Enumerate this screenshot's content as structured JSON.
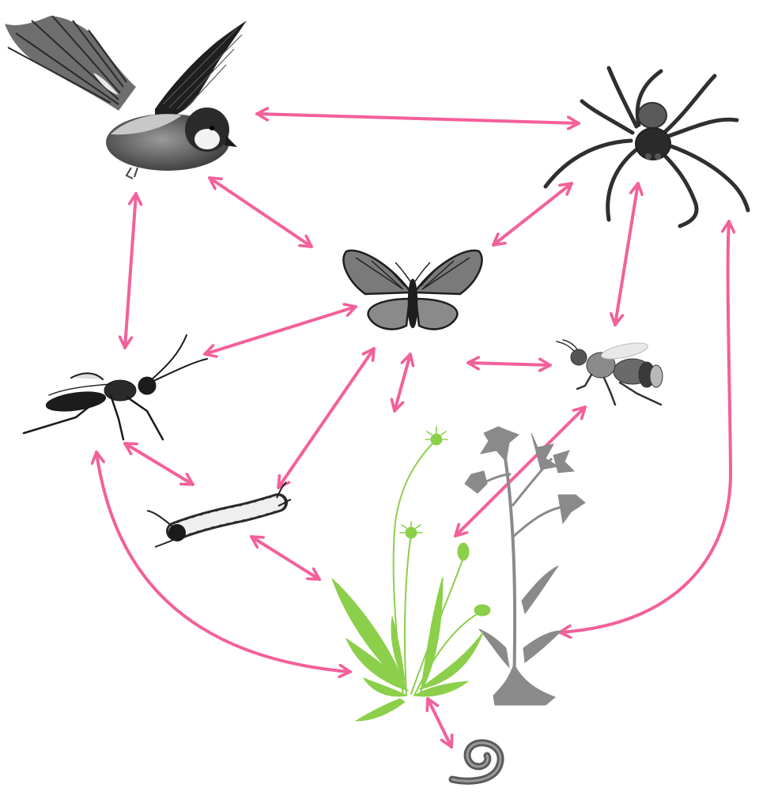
{
  "diagram": {
    "type": "food-web",
    "arrow_color": "#f3609a",
    "organisms": [
      {
        "id": "bird",
        "icon": "bird-icon",
        "color": "#3a3a3a"
      },
      {
        "id": "spider",
        "icon": "spider-icon",
        "color": "#3a3a3a"
      },
      {
        "id": "butterfly",
        "icon": "butterfly-icon",
        "color": "#4a4a4a"
      },
      {
        "id": "wasp",
        "icon": "wasp-icon",
        "color": "#2e2e2e"
      },
      {
        "id": "bee",
        "icon": "bee-icon",
        "color": "#555555"
      },
      {
        "id": "caterpillar",
        "icon": "caterpillar-icon",
        "color": "#3a3a3a"
      },
      {
        "id": "dandelion",
        "icon": "dandelion-plant-icon",
        "color": "#8ccf4a"
      },
      {
        "id": "flowering-plant",
        "icon": "flowering-plant-icon",
        "color": "#8a8a8a"
      },
      {
        "id": "worm",
        "icon": "worm-icon",
        "color": "#666666"
      }
    ],
    "links": [
      {
        "from": "bird",
        "to": "spider"
      },
      {
        "from": "bird",
        "to": "butterfly"
      },
      {
        "from": "bird",
        "to": "wasp"
      },
      {
        "from": "spider",
        "to": "butterfly"
      },
      {
        "from": "spider",
        "to": "bee"
      },
      {
        "from": "spider",
        "to": "flowering-plant"
      },
      {
        "from": "butterfly",
        "to": "wasp"
      },
      {
        "from": "butterfly",
        "to": "bee"
      },
      {
        "from": "butterfly",
        "to": "caterpillar"
      },
      {
        "from": "butterfly",
        "to": "dandelion"
      },
      {
        "from": "wasp",
        "to": "caterpillar"
      },
      {
        "from": "wasp",
        "to": "dandelion"
      },
      {
        "from": "caterpillar",
        "to": "dandelion"
      },
      {
        "from": "bee",
        "to": "dandelion"
      },
      {
        "from": "dandelion",
        "to": "worm"
      }
    ]
  }
}
